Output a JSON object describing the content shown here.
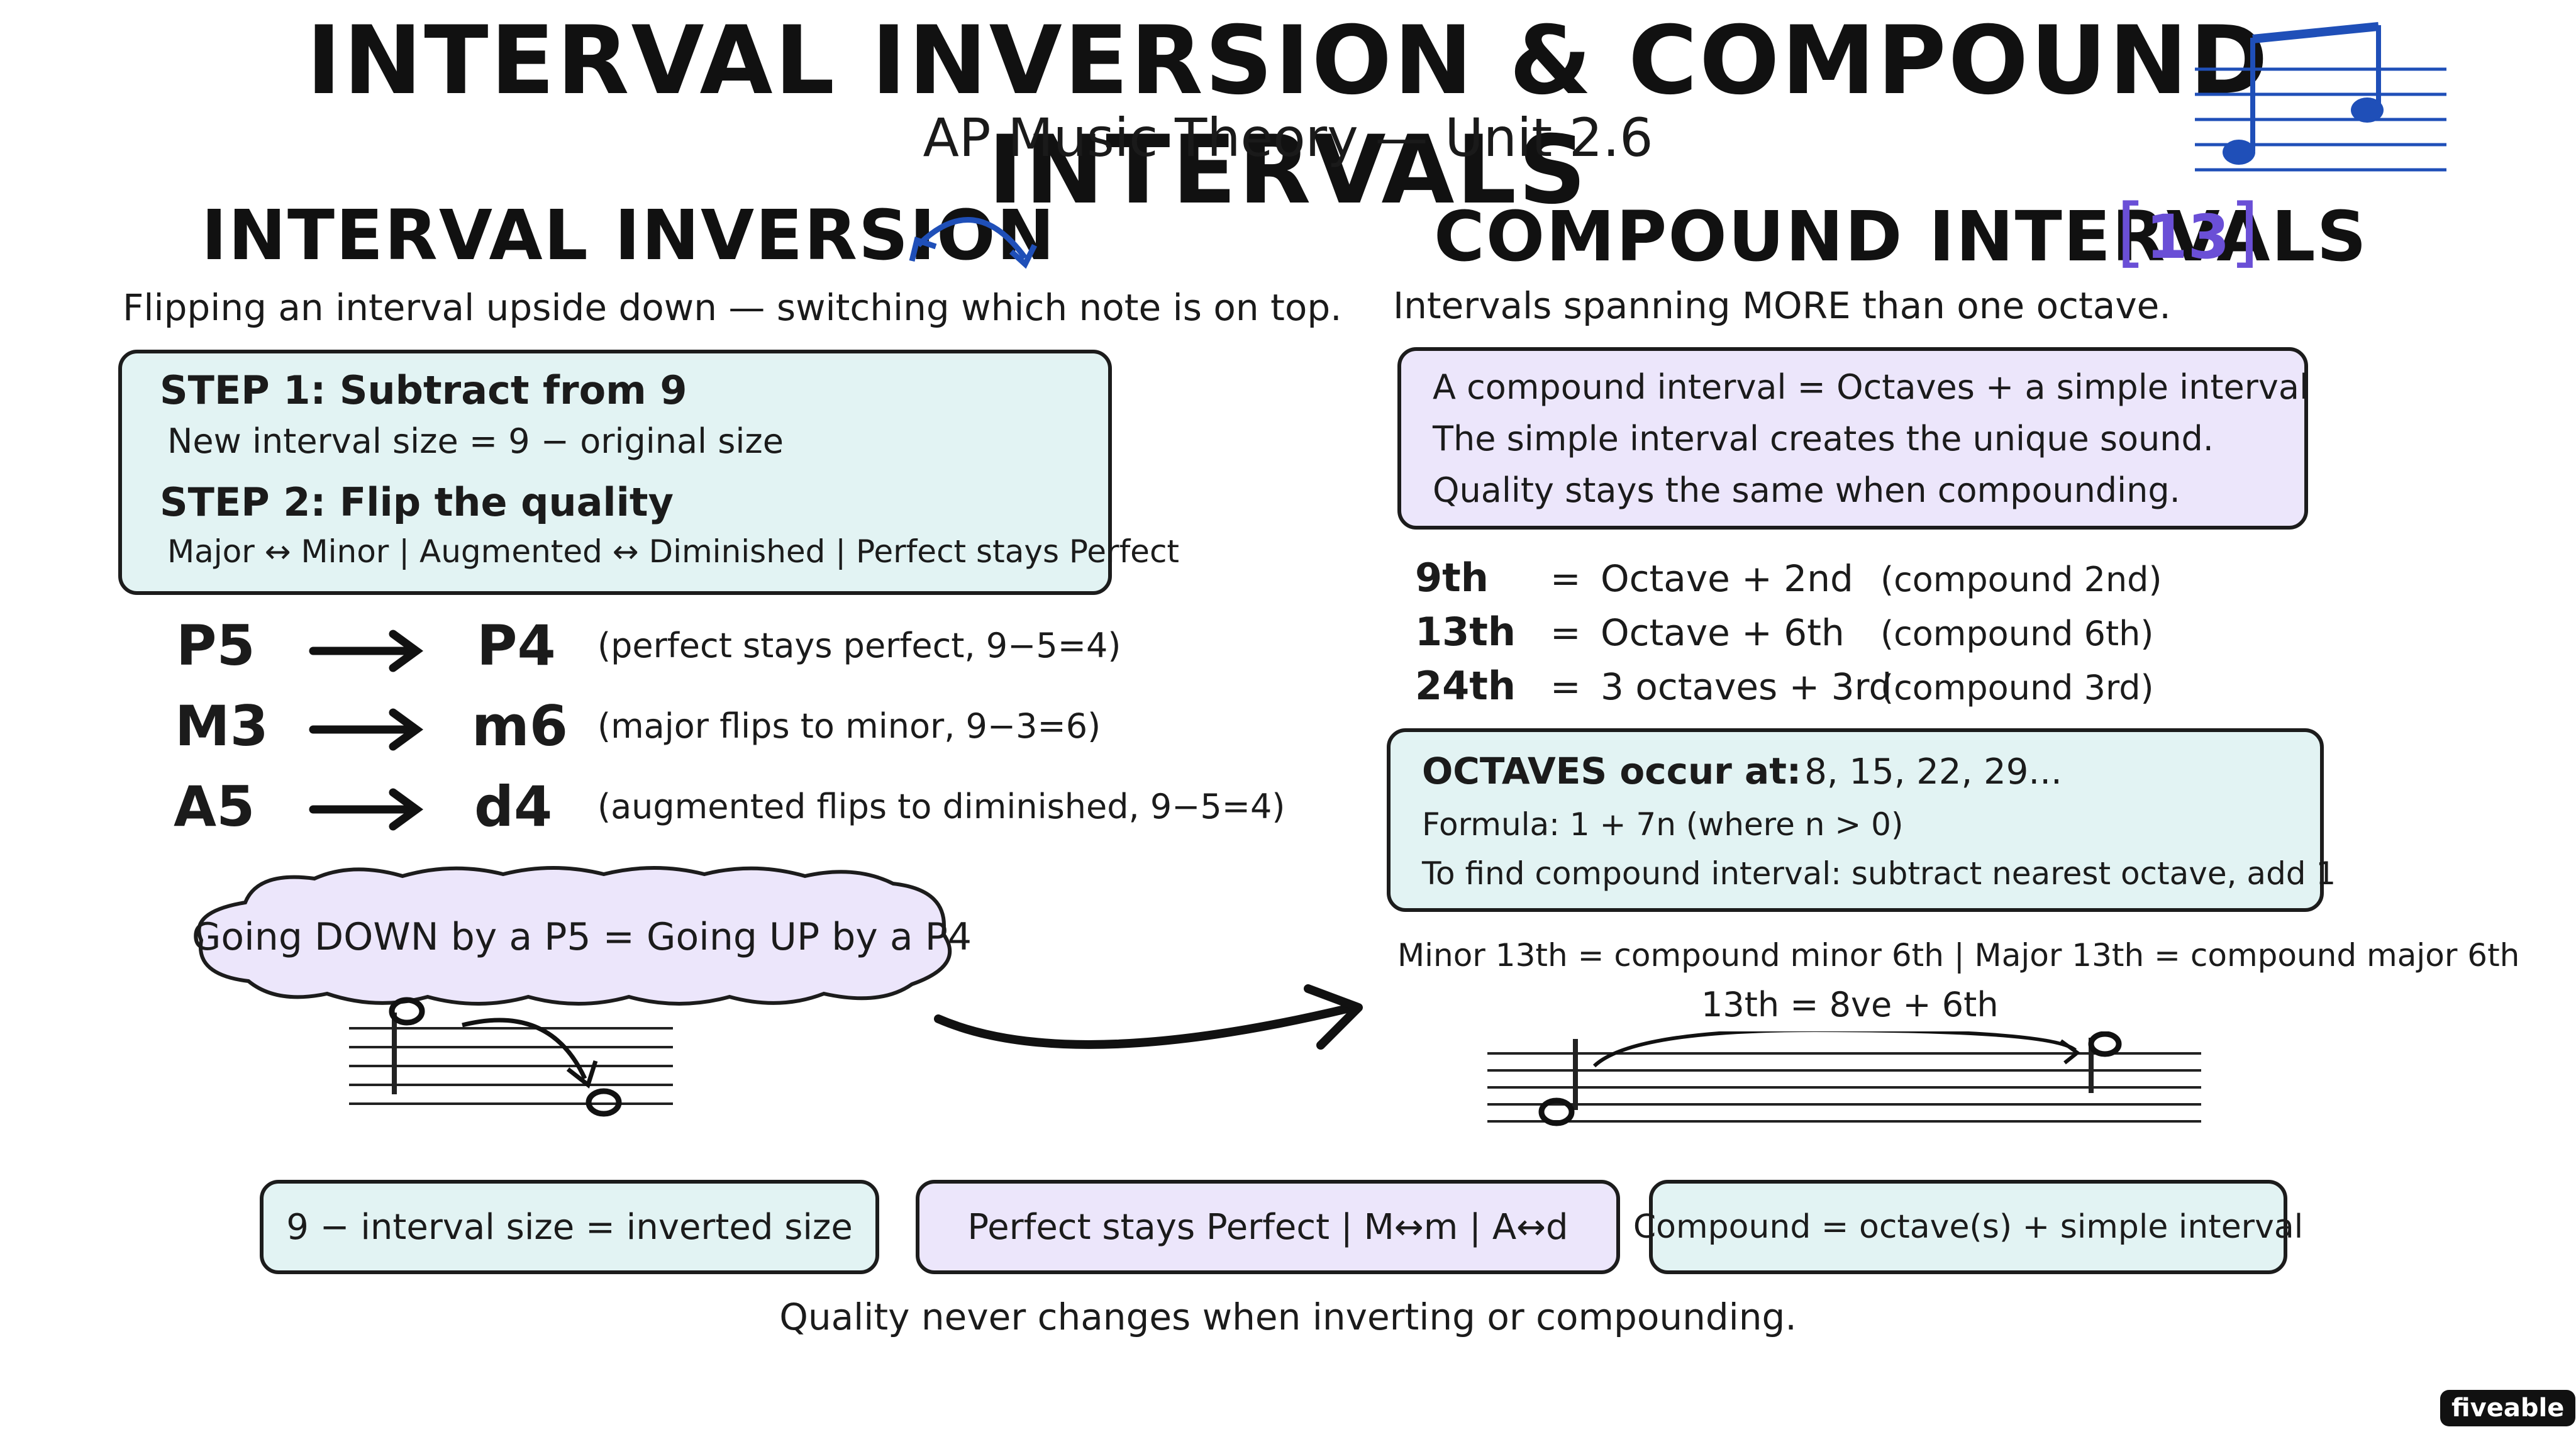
{
  "title": "INTERVAL INVERSION & COMPOUND INTERVALS",
  "subtitle": "AP Music Theory — Unit 2.6",
  "inversion": {
    "heading": "INTERVAL INVERSION",
    "description": "Flipping an interval upside down — switching which note is on top.",
    "step1_title": "STEP 1: Subtract from 9",
    "step1_text": "New interval size = 9 − original size",
    "step2_title": "STEP 2: Flip the quality",
    "step2_text": "Major ↔ Minor | Augmented ↔ Diminished | Perfect stays Perfect",
    "examples": [
      {
        "from": "P5",
        "to": "P4",
        "note": "(perfect stays perfect, 9−5=4)"
      },
      {
        "from": "M3",
        "to": "m6",
        "note": "(major flips to minor, 9−3=6)"
      },
      {
        "from": "A5",
        "to": "d4",
        "note": "(augmented flips to diminished, 9−5=4)"
      }
    ],
    "cloud_text": "Going DOWN by a P5 = Going UP by a P4"
  },
  "compound": {
    "heading": "COMPOUND INTERVALS",
    "badge": "13",
    "description": "Intervals spanning MORE than one octave.",
    "def_lines": [
      "A compound interval = Octaves + a simple interval",
      "The simple interval creates the unique sound.",
      "Quality stays the same when compounding."
    ],
    "rows": [
      {
        "name": "9th",
        "eq": "=",
        "value": "Octave + 2nd",
        "note": "(compound 2nd)"
      },
      {
        "name": "13th",
        "eq": "=",
        "value": "Octave + 6th",
        "note": "(compound 6th)"
      },
      {
        "name": "24th",
        "eq": "=",
        "value": "3 octaves + 3rd",
        "note": "(compound 3rd)"
      }
    ],
    "octaves_label": "OCTAVES occur at:",
    "octaves_values": "8, 15, 22, 29...",
    "formula": "Formula: 1 + 7n (where n > 0)",
    "find_text": "To find compound interval: subtract nearest octave, add 1",
    "minor_major_note": "Minor 13th = compound minor 6th | Major 13th = compound major 6th",
    "staff_label": "13th = 8ve + 6th"
  },
  "summary_boxes": [
    "9 − interval size = inverted size",
    "Perfect stays Perfect | M↔m | A↔d",
    "Compound = octave(s) + simple interval"
  ],
  "footer": "Quality never changes when inverting or compounding.",
  "logo": "fiveable",
  "colors": {
    "cyan_box": "#e2f3f3",
    "lavender_box": "#ece6fb",
    "accent_blue": "#1f4fb8",
    "badge_purple": "#6a4fd6"
  }
}
